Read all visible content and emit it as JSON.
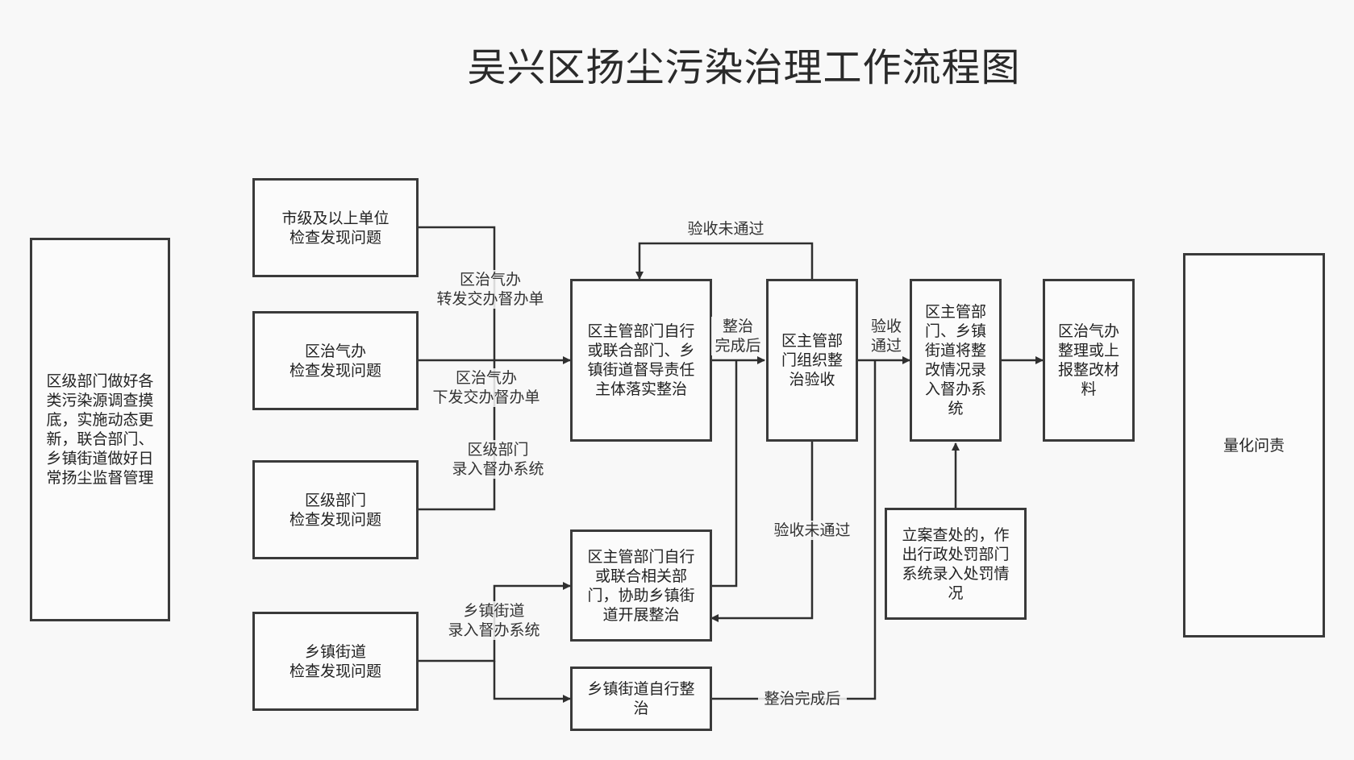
{
  "title": "吴兴区扬尘污染治理工作流程图",
  "boxes": {
    "left_base": "区级部门做好各\n类污染源调查摸\n底，实施动态更\n新，联合部门、\n乡镇街道做好日\n常扬尘监督管理",
    "city_found": "市级及以上单位\n检查发现问题",
    "qzqb_found": "区治气办\n检查发现问题",
    "district_found": "区级部门\n检查发现问题",
    "town_found": "乡镇街道\n检查发现问题",
    "rectify_main": "区主管部门自行\n或联合部门、乡\n镇街道督导责任\n主体落实整治",
    "rectify_assist": "区主管部门自行\n或联合相关部\n门，协助乡镇街\n道开展整治",
    "town_self": "乡镇街道自行整\n治",
    "acceptance": "区主管部\n门组织整\n治验收",
    "record": "区主管部\n门、乡镇\n街道将整\n改情况录\n入督办系\n统",
    "report": "区治气办\n整理或上\n报整改材\n料",
    "penalty": "立案查处的，作\n出行政处罚部门\n系统录入处罚情\n况",
    "accountability": "量化问责"
  },
  "labels": {
    "forward_order": "区治气办\n转发交办督办单",
    "issue_order": "区治气办\n下发交办督办单",
    "district_entry": "区级部门\n录入督办系统",
    "town_entry": "乡镇街道\n录入督办系统",
    "after_rectify": "整治\n完成后",
    "passed": "验收\n通过",
    "failed_top": "验收未通过",
    "failed_mid": "验收未通过",
    "after_rectify_bottom": "整治完成后"
  }
}
